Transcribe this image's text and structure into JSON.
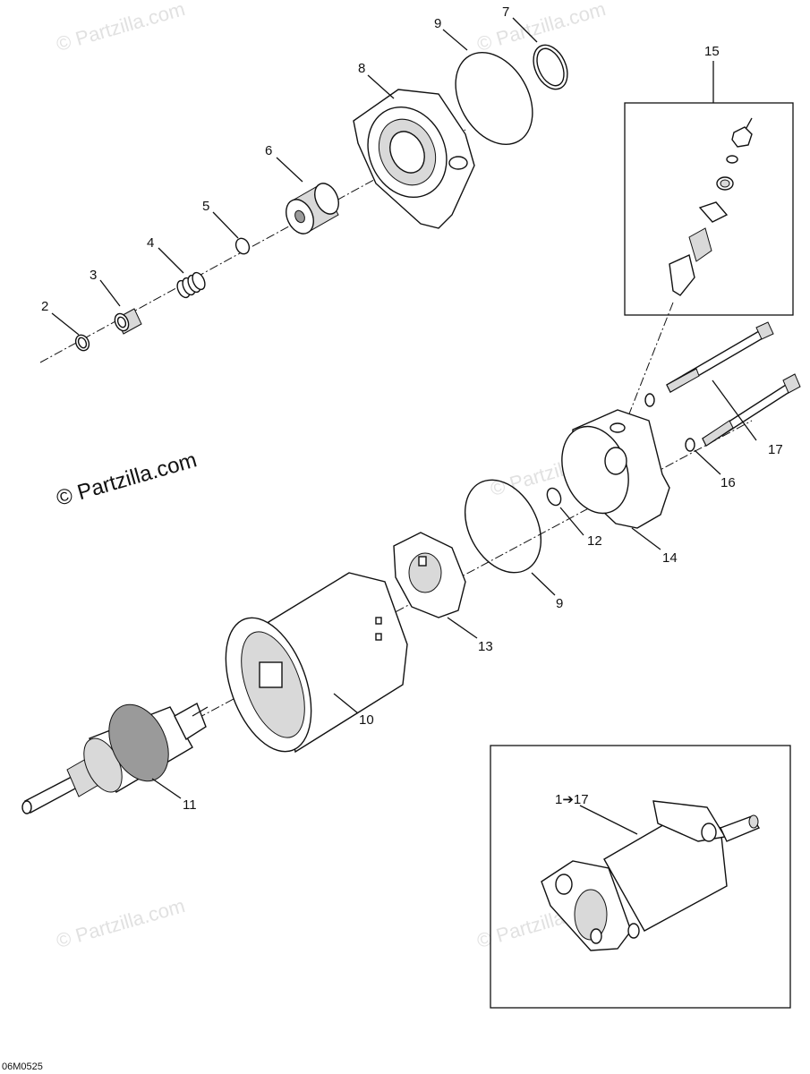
{
  "diagram": {
    "drawing_code": "06M0525",
    "watermark": "© Partzilla.com",
    "callouts": {
      "c1_17": "1➔17",
      "c2": "2",
      "c3": "3",
      "c4": "4",
      "c5": "5",
      "c6": "6",
      "c7": "7",
      "c8": "8",
      "c9a": "9",
      "c9b": "9",
      "c10": "10",
      "c11": "11",
      "c12": "12",
      "c13": "13",
      "c14": "14",
      "c15": "15",
      "c16": "16",
      "c17": "17"
    }
  }
}
